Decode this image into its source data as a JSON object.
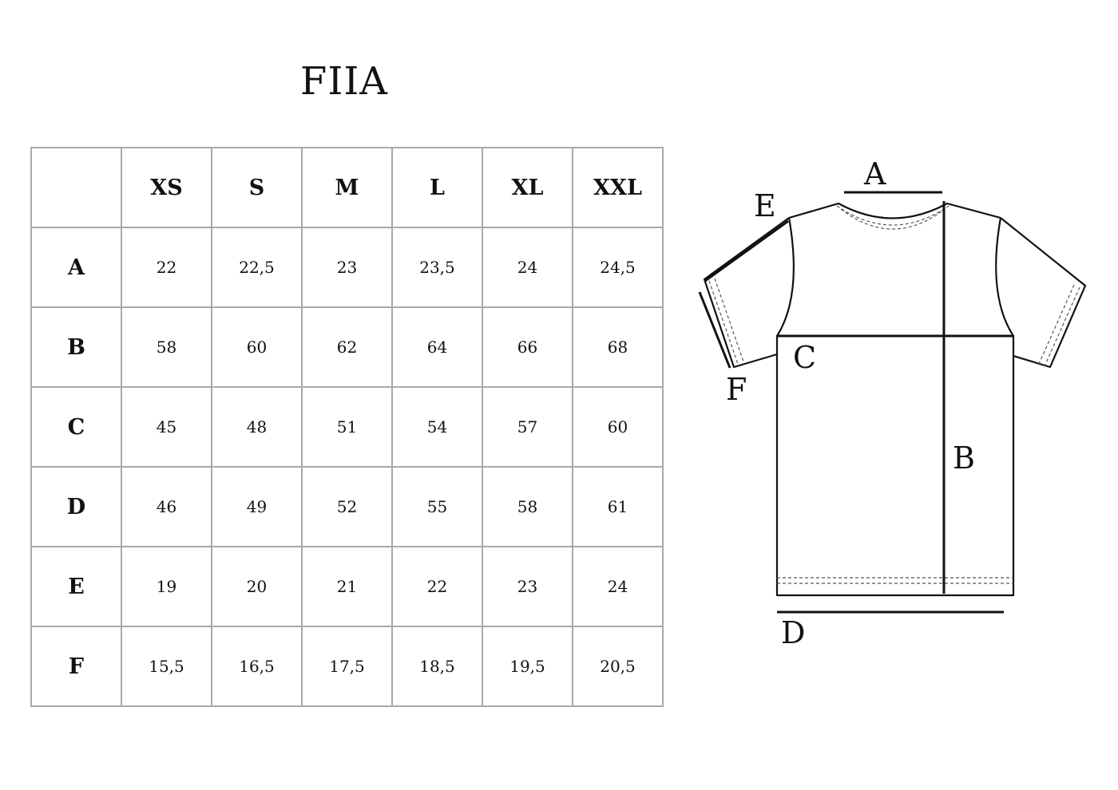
{
  "title": "FIIA",
  "size_table": {
    "corner": "",
    "sizes": [
      "XS",
      "S",
      "M",
      "L",
      "XL",
      "XXL"
    ],
    "rows": [
      {
        "label": "A",
        "values": [
          "22",
          "22,5",
          "23",
          "23,5",
          "24",
          "24,5"
        ]
      },
      {
        "label": "B",
        "values": [
          "58",
          "60",
          "62",
          "64",
          "66",
          "68"
        ]
      },
      {
        "label": "C",
        "values": [
          "45",
          "48",
          "51",
          "54",
          "57",
          "60"
        ]
      },
      {
        "label": "D",
        "values": [
          "46",
          "49",
          "52",
          "55",
          "58",
          "61"
        ]
      },
      {
        "label": "E",
        "values": [
          "19",
          "20",
          "21",
          "22",
          "23",
          "24"
        ]
      },
      {
        "label": "F",
        "values": [
          "15,5",
          "16,5",
          "17,5",
          "18,5",
          "19,5",
          "20,5"
        ]
      }
    ]
  },
  "diagram": {
    "labels": {
      "A": "A",
      "B": "B",
      "C": "C",
      "D": "D",
      "E": "E",
      "F": "F"
    }
  }
}
